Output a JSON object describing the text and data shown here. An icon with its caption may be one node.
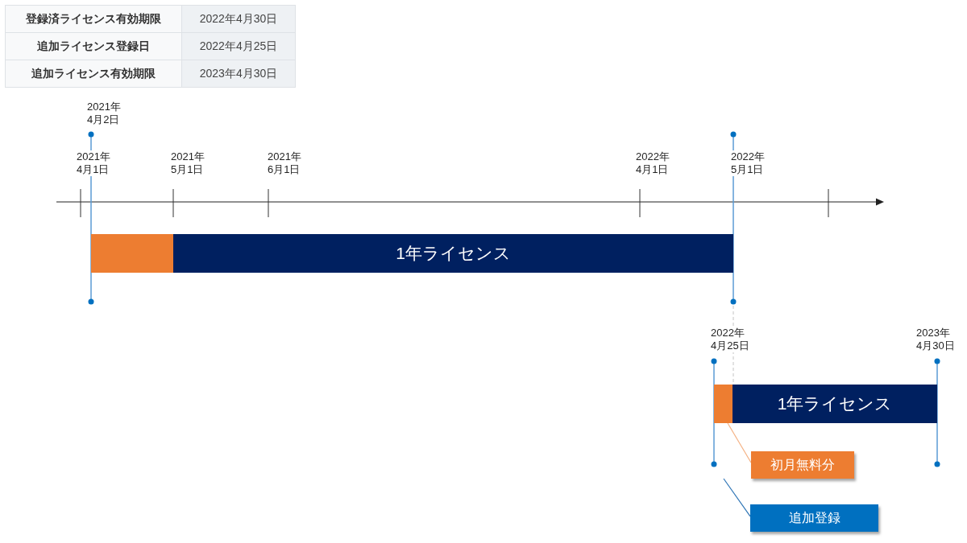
{
  "diagram": {
    "nodes": [
      {
        "text": [],
        "shape": "bar"
      },
      {
        "text": [
          "1年ライセンス"
        ]
      },
      {
        "text": [],
        "shape": "bar"
      },
      {
        "text": [
          "1年ライセンス"
        ]
      },
      {
        "text": [
          "初月無料分"
        ]
      },
      {
        "text": [
          "追加登録"
        ]
      }
    ],
    "edges": [
      {
        "from": 4,
        "to": 2,
        "arrow": "none",
        "color": "#f4b183"
      },
      {
        "from": 5,
        "to": null,
        "arrow": "none",
        "color": "#2e75b6"
      }
    ],
    "labels": [
      "登録済ライセンス有効期限",
      "2022年4月30日",
      "追加ライセンス登録日",
      "2022年4月25日",
      "追加ライセンス有効期限",
      "2023年4月30日",
      "2021年4月2日",
      "2021年4月1日",
      "2021年5月1日",
      "2021年6月1日",
      "2022年4月1日",
      "2022年5月1日",
      "2022年4月25日",
      "2023年4月30日"
    ]
  }
}
